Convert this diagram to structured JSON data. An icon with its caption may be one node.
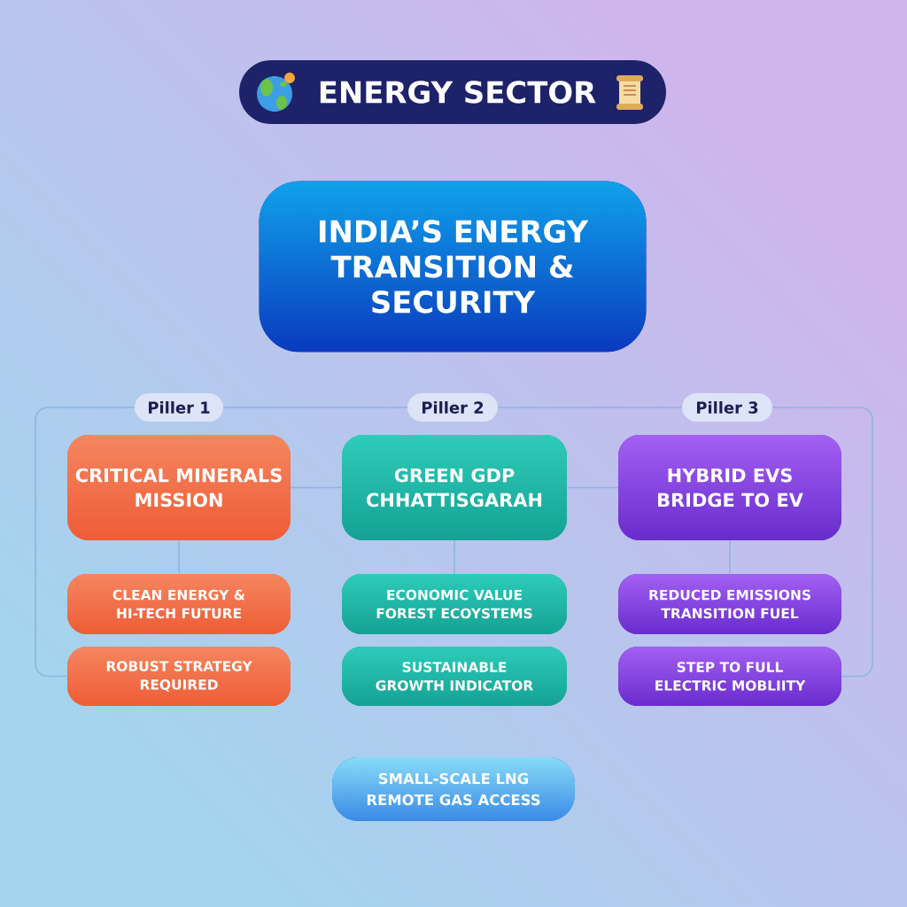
{
  "diagram": {
    "title": "ENERGY SECTOR",
    "nodes": [
      {
        "text": [
          "INDIA’S ENERGY TRANSITION & SECURITY"
        ]
      },
      {
        "text": [
          "Piller 1"
        ]
      },
      {
        "text": [
          "Piller 2"
        ]
      },
      {
        "text": [
          "Piller 3"
        ]
      },
      {
        "text": [
          "CRITICAL MINERALS MISSION"
        ]
      },
      {
        "text": [
          "GREEN GDP CHHATTISGARAH"
        ]
      },
      {
        "text": [
          "HYBRID EVS BRIDGE TO EV"
        ]
      },
      {
        "text": [
          "CLEAN ENERGY & HI-TECH FUTURE"
        ]
      },
      {
        "text": [
          "ECONOMIC VALUE FOREST ECOYSTEMS"
        ]
      },
      {
        "text": [
          "REDUCED EMISSIONS TRANSITION FUEL"
        ]
      },
      {
        "text": [
          "ROBUST STRATEGY REQUIRED"
        ]
      },
      {
        "text": [
          "SUSTAINABLE GROWTH INDICATOR"
        ]
      },
      {
        "text": [
          "STEP TO FULL ELECTRIC MOBLIITY"
        ]
      },
      {
        "text": [
          "SMALL-SCALE LNG REMOTE GAS ACCESS"
        ]
      }
    ],
    "edges": [
      {
        "from": 1,
        "to": 2,
        "arrow": "none"
      },
      {
        "from": 2,
        "to": 3,
        "arrow": "none"
      },
      {
        "from": 1,
        "to": 10,
        "arrow": "none"
      },
      {
        "from": 3,
        "to": 12,
        "arrow": "none"
      },
      {
        "from": 4,
        "to": 5,
        "arrow": "none"
      },
      {
        "from": 5,
        "to": 6,
        "arrow": "none"
      },
      {
        "from": 4,
        "to": 7,
        "arrow": "none"
      },
      {
        "from": 5,
        "to": 8,
        "arrow": "none"
      },
      {
        "from": 6,
        "to": 9,
        "arrow": "none"
      }
    ]
  }
}
